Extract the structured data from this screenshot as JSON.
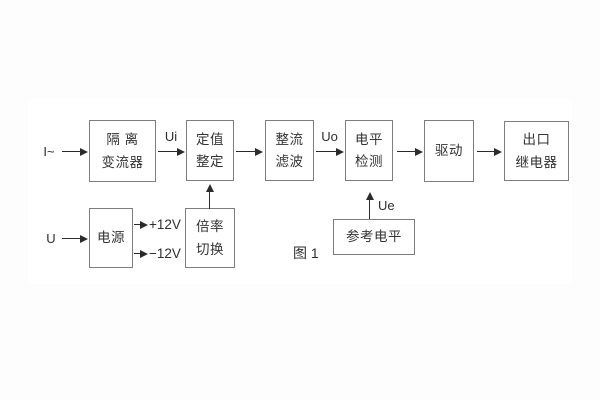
{
  "figure": {
    "caption": "图 1",
    "blocks": {
      "isolation_transformer": {
        "line1": "隔 离",
        "line2": "变流器"
      },
      "setting_adjust": {
        "line1": "定值",
        "line2": "整定"
      },
      "rectifier_filter": {
        "line1": "整流",
        "line2": "滤波"
      },
      "level_detect": {
        "line1": "电平",
        "line2": "检测"
      },
      "drive": {
        "label": "驱动"
      },
      "output_relay": {
        "line1": "出口",
        "line2": "继电器"
      },
      "power_supply": {
        "label": "电源"
      },
      "ratio_switch": {
        "line1": "倍率",
        "line2": "切换"
      },
      "reference_level": {
        "label": "参考电平"
      }
    },
    "signals": {
      "input_current": "I~",
      "input_voltage": "U",
      "ui": "Ui",
      "uo": "Uo",
      "ue": "Ue",
      "plus_12v": "+12V",
      "minus_12v": "−12V"
    }
  }
}
